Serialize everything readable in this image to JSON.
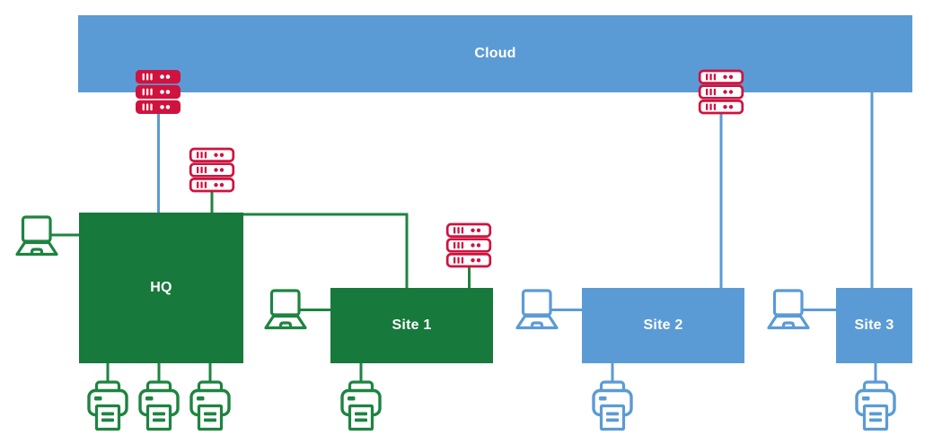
{
  "diagram": {
    "nodes": {
      "cloud": {
        "label": "Cloud"
      },
      "hq": {
        "label": "HQ"
      },
      "site1": {
        "label": "Site 1"
      },
      "site2": {
        "label": "Site 2"
      },
      "site3": {
        "label": "Site 3"
      }
    },
    "devices": [
      {
        "name": "rack-server-stack",
        "variant": "filled",
        "color": "red",
        "between": [
          "Cloud",
          "HQ"
        ]
      },
      {
        "name": "rack-server-stack",
        "variant": "outlined",
        "color": "red",
        "between": [
          "HQ"
        ]
      },
      {
        "name": "rack-server-stack",
        "variant": "outlined",
        "color": "red",
        "between": [
          "Site 1"
        ]
      },
      {
        "name": "rack-server-stack",
        "variant": "outlined",
        "color": "red",
        "between": [
          "Cloud",
          "Site 2"
        ]
      },
      {
        "name": "laptop",
        "color": "green",
        "attached_to": "HQ"
      },
      {
        "name": "laptop",
        "color": "green",
        "attached_to": "Site 1"
      },
      {
        "name": "laptop",
        "color": "blue",
        "attached_to": "Site 2"
      },
      {
        "name": "laptop",
        "color": "blue",
        "attached_to": "Site 3"
      },
      {
        "name": "printer",
        "color": "green",
        "attached_to": "HQ",
        "count": 3
      },
      {
        "name": "printer",
        "color": "green",
        "attached_to": "Site 1",
        "count": 1
      },
      {
        "name": "printer",
        "color": "blue",
        "attached_to": "Site 2",
        "count": 1
      },
      {
        "name": "printer",
        "color": "blue",
        "attached_to": "Site 3",
        "count": 1
      }
    ],
    "connections": [
      "Cloud - rack server (filled) - HQ",
      "rack server (outlined) - HQ",
      "HQ - Site 1",
      "rack server (outlined) - Site 1",
      "Cloud - rack server (outlined) - Site 2",
      "Cloud - Site 3"
    ]
  },
  "colors": {
    "cloud_blue": "#5B9BD5",
    "site_green": "#17793C",
    "icon_green": "#1E8440",
    "icon_blue": "#5B9BD5",
    "server_red": "#D0123E",
    "label_text": "#FFFFFF",
    "background": "#FFFFFF"
  }
}
